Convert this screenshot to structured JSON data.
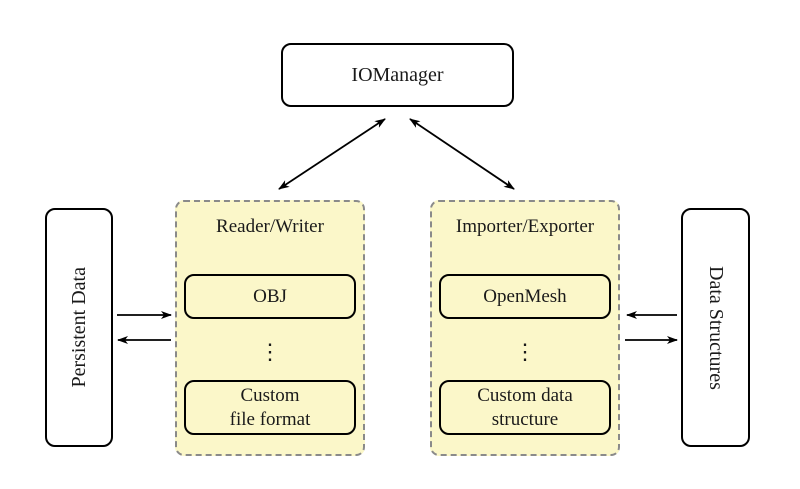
{
  "diagram": {
    "nodes": {
      "iomanager": {
        "label": "IOManager"
      },
      "persistent_data": {
        "label": "Persistent Data"
      },
      "data_structures": {
        "label": "Data Structures"
      }
    },
    "groups": [
      {
        "title": "Reader/Writer",
        "ellipsis": "⋮",
        "items": [
          {
            "label": "OBJ"
          },
          {
            "label": "Custom\nfile format"
          }
        ]
      },
      {
        "title": "Importer/Exporter",
        "ellipsis": "⋮",
        "items": [
          {
            "label": "OpenMesh"
          },
          {
            "label": "Custom data\nstructure"
          }
        ]
      }
    ],
    "arrows": [
      {
        "name": "iomanager-readerwriter",
        "type": "double-headed"
      },
      {
        "name": "iomanager-importerexporter",
        "type": "double-headed"
      },
      {
        "name": "persistent-to-readerwriter",
        "type": "single"
      },
      {
        "name": "readerwriter-to-persistent",
        "type": "single"
      },
      {
        "name": "datastructures-to-importerexporter",
        "type": "single"
      },
      {
        "name": "importerexporter-to-datastructures",
        "type": "single"
      }
    ],
    "colors": {
      "group_fill": "#FBF7C9",
      "group_border": "#8a8a8a",
      "node_border": "#000000",
      "node_fill": "#ffffff",
      "arrow": "#000000",
      "background": "#ffffff"
    }
  }
}
